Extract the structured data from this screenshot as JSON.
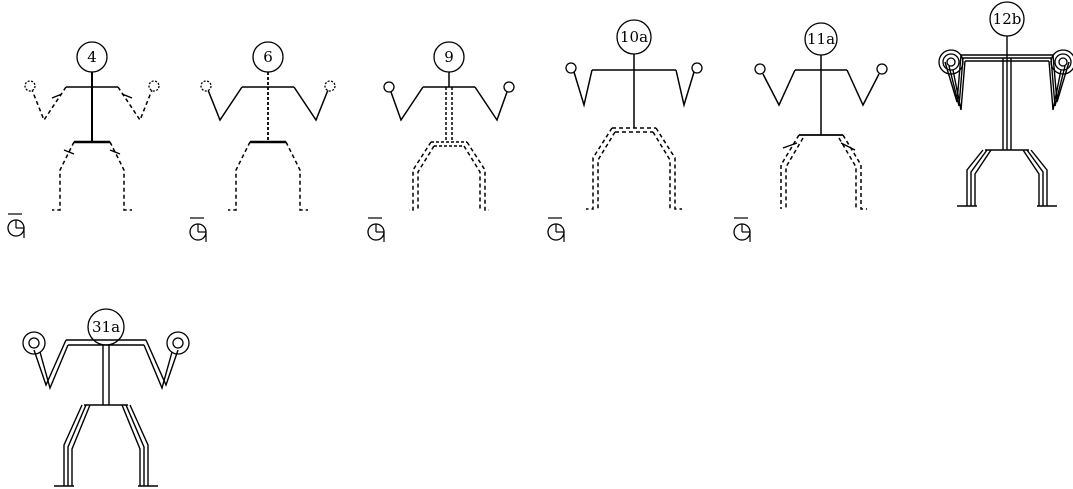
{
  "figures": [
    {
      "label": "4",
      "arms": "dashed-broken",
      "torso": "solid",
      "legs": "dashed-broken",
      "hands": "dashed",
      "hand_rings": 1,
      "clock": true
    },
    {
      "label": "6",
      "arms": "solid",
      "torso": "dashed",
      "legs": "dashed",
      "hands": "dashed",
      "hand_rings": 1,
      "clock": true
    },
    {
      "label": "9",
      "arms": "solid",
      "torso": "double-dashed",
      "legs": "double-dashed",
      "hands": "solid",
      "hand_rings": 1,
      "clock": true
    },
    {
      "label": "10a",
      "arms": "solid",
      "torso": "solid",
      "legs": "double-dashed",
      "hands": "solid",
      "hand_rings": 1,
      "clock": true
    },
    {
      "label": "11a",
      "arms": "solid",
      "torso": "solid",
      "legs": "double-dashed-broken",
      "hands": "solid",
      "hand_rings": 1,
      "clock": true
    },
    {
      "label": "12b",
      "arms": "triple",
      "torso": "triple",
      "legs": "triple",
      "hands": "solid",
      "hand_rings": 3,
      "clock": false
    },
    {
      "label": "31a",
      "arms": "double",
      "torso": "double",
      "legs": "triple",
      "hands": "solid",
      "hand_rings": 2,
      "clock": false
    }
  ]
}
